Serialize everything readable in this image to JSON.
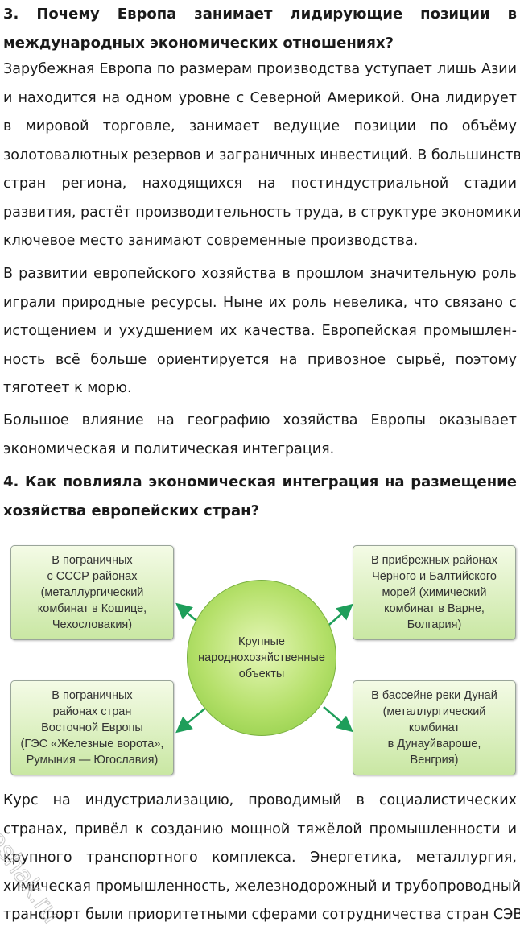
{
  "q3": {
    "heading": [
      "3. Почему Европа занимает лидирующие позиции в",
      "международных экономических отношениях?"
    ],
    "paragraphs": [
      [
        "Зарубежная Европа по размерам производства уступает лишь Азии",
        "и находится на одном уровне с Северной Америкой. Она лидирует",
        "в мировой торговле, занимает ведущие позиции по объёму",
        "золотовалютных резервов и заграничных инвестиций. В большинстве",
        "стран региона, находящихся на постиндустриальной стадии",
        "развития, растёт производительность труда, в структуре экономики",
        "ключевое место занимают современные производства."
      ],
      [
        "В развитии европейского хозяйства в прошлом значительную роль",
        "играли природные ресурсы. Ныне их роль невелика, что связано с",
        "истощением и ухудшением их качества. Европейская промышлен-",
        "ность всё больше ориентируется на привозное сырьё, поэтому",
        "тяготеет к морю."
      ],
      [
        "Большое влияние на географию хозяйства Европы оказывает",
        "экономическая и политическая интеграция."
      ]
    ]
  },
  "q4": {
    "heading": [
      "4. Как повлияла экономическая интеграция на размещение",
      "хозяйства европейских стран?"
    ],
    "diagram": {
      "center": [
        "Крупные",
        "народнохозяйственные",
        "объекты"
      ],
      "top_left": [
        "В пограничных",
        "с СССР районах",
        "(металлургический",
        "комбинат в Кошице,",
        "Чехословакия)"
      ],
      "top_right": [
        "В прибрежных районах",
        "Чёрного и Балтийского",
        "морей (химический",
        "комбинат в Варне,",
        "Болгария)"
      ],
      "bottom_left": [
        "В пограничных",
        "районах стран",
        "Восточной Европы",
        "(ГЭС «Железные ворота»,",
        "Румыния — Югославия)"
      ],
      "bottom_right": [
        "В бассейне реки Дунай",
        "(металлургический",
        "комбинат",
        "в Дунауйвароше,",
        "Венгрия)"
      ],
      "arrow_color": "#1e9e5a"
    },
    "paragraph": [
      "Курс на индустриализацию, проводимый в социалистических",
      "странах, привёл к созданию мощной тяжёлой промышленности и",
      "крупного транспортного комплекса. Энергетика, металлургия,",
      "химическая промышленность, железнодорожный и трубопроводный",
      "транспорт были приоритетными сферами сотрудничества стран СЭВ."
    ]
  },
  "watermark": "reshak.ru"
}
